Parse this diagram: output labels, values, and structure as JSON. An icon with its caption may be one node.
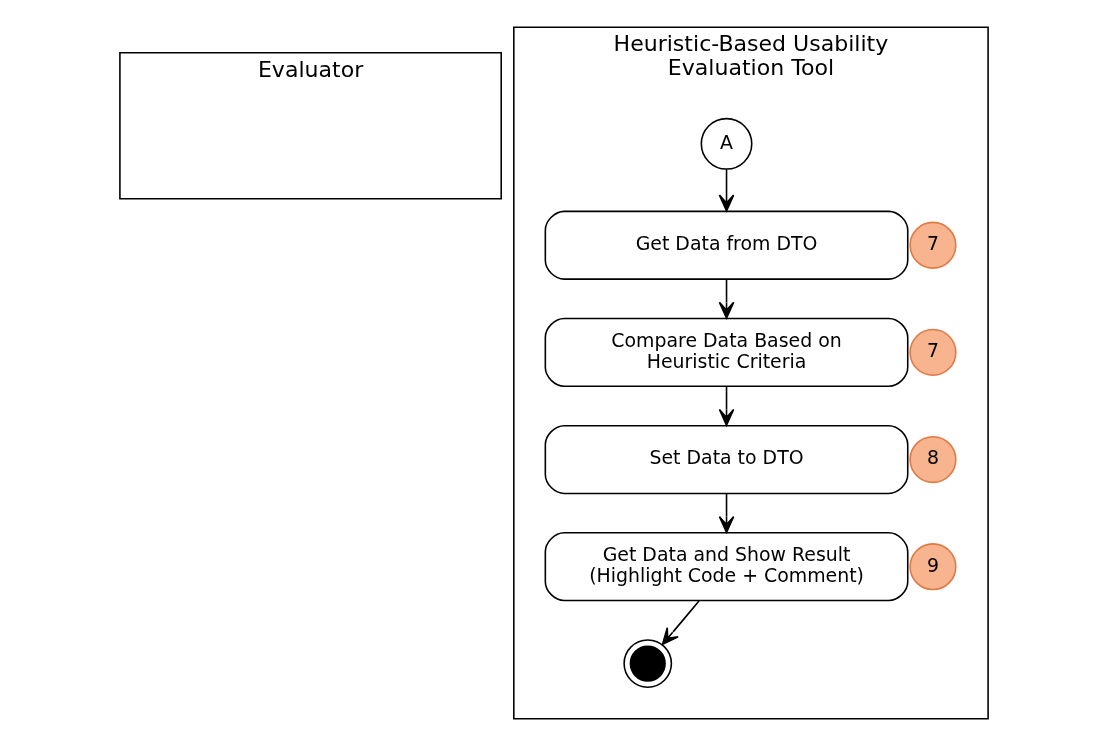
{
  "diagram": {
    "nodes": [
      {
        "text": [
          "Evaluator"
        ]
      },
      {
        "text": [
          "Heuristic-Based Usability Evaluation Tool"
        ]
      },
      {
        "text": [
          "A"
        ],
        "in": 1
      },
      {
        "text": [
          "Get Data from DTO"
        ],
        "in": 1,
        "beside": [
          "7"
        ]
      },
      {
        "text": [
          "Compare Data Based on Heuristic Criteria"
        ],
        "in": 1,
        "beside": [
          "7"
        ]
      },
      {
        "text": [
          "Set Data to DTO"
        ],
        "in": 1,
        "beside": [
          "8"
        ]
      },
      {
        "text": [
          "Get Data and Show Result (Highlight Code + Comment)"
        ],
        "in": 1,
        "beside": [
          "9"
        ]
      },
      {
        "text": [],
        "shape": "circle",
        "in": 1
      }
    ],
    "edges": [
      {
        "from": 2,
        "to": 3,
        "arrow": "to"
      },
      {
        "from": 3,
        "to": 4,
        "arrow": "to"
      },
      {
        "from": 4,
        "to": 5,
        "arrow": "to"
      },
      {
        "from": 5,
        "to": 6,
        "arrow": "to"
      },
      {
        "from": 6,
        "to": 7,
        "arrow": "to"
      }
    ]
  }
}
